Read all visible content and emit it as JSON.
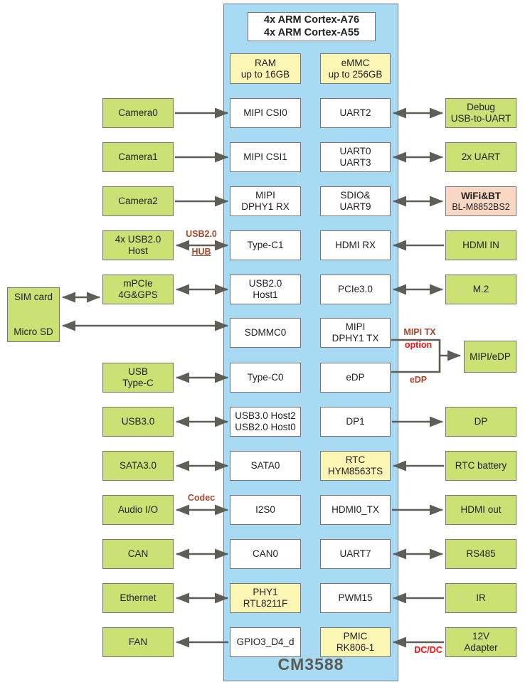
{
  "soc": {
    "cpu_label": "4x ARM Cortex-A76\n4x ARM Cortex-A55",
    "ram_label": "RAM\nup to 16GB",
    "emmc_label": "eMMC\nup to 256GB",
    "name": "CM3588"
  },
  "left_outer": {
    "sim_label": "SIM card",
    "sd_label": "Micro SD"
  },
  "left_col": [
    {
      "label": "Camera0"
    },
    {
      "label": "Camera1"
    },
    {
      "label": "Camera2"
    },
    {
      "label": "4x USB2.0\nHost"
    },
    {
      "label": "mPCIe\n4G&GPS"
    },
    {
      "label": "USB\nType-C"
    },
    {
      "label": "USB3.0"
    },
    {
      "label": "SATA3.0"
    },
    {
      "label": "Audio I/O"
    },
    {
      "label": "CAN"
    },
    {
      "label": "Ethernet"
    },
    {
      "label": "FAN"
    }
  ],
  "left_inner": [
    {
      "label": "MIPI CSI0"
    },
    {
      "label": "MIPI CSI1"
    },
    {
      "label": "MIPI\nDPHY1 RX"
    },
    {
      "label": "Type-C1"
    },
    {
      "label": "USB2.0\nHost1"
    },
    {
      "label": "SDMMC0"
    },
    {
      "label": "Type-C0"
    },
    {
      "label": "USB3.0 Host2\nUSB2.0 Host0"
    },
    {
      "label": "SATA0"
    },
    {
      "label": "I2S0"
    },
    {
      "label": "CAN0"
    },
    {
      "label": "PHY1\nRTL8211F"
    },
    {
      "label": "GPIO3_D4_d"
    }
  ],
  "right_inner": [
    {
      "label": "UART2"
    },
    {
      "label": "UART0\nUART3"
    },
    {
      "label": "SDIO&\nUART9"
    },
    {
      "label": "HDMI RX"
    },
    {
      "label": "PCIe3.0"
    },
    {
      "label": "MIPI\nDPHY1 TX"
    },
    {
      "label": "eDP"
    },
    {
      "label": "DP1"
    },
    {
      "label": "RTC\nHYM8563TS"
    },
    {
      "label": "HDMI0_TX"
    },
    {
      "label": "UART7"
    },
    {
      "label": "PWM15"
    },
    {
      "label": "PMIC\nRK806-1"
    }
  ],
  "right_col": [
    {
      "label": "Debug\nUSB-to-UART"
    },
    {
      "label": "2x UART"
    },
    {
      "label_bold": "WiFi&BT",
      "label_sub": "BL-M8852BS2"
    },
    {
      "label": "HDMI IN"
    },
    {
      "label": "M.2"
    },
    {
      "label": "MIPI/eDP"
    },
    {
      "label": "DP"
    },
    {
      "label": "RTC battery"
    },
    {
      "label": "HDMI out"
    },
    {
      "label": "RS485"
    },
    {
      "label": "IR"
    },
    {
      "label": "12V\nAdapter"
    }
  ],
  "annotations": {
    "usb_hub_line1": "USB2.0",
    "usb_hub_line2": "HUB",
    "codec": "Codec",
    "mipi_tx": "MIPI TX",
    "option": "option",
    "edp": "eDP",
    "dcdc": "DC/DC"
  },
  "colors": {
    "soc_bg": "#a9daf3",
    "soc_border": "#708090",
    "green": "#cce174",
    "yellow": "#fbf6b3",
    "pink": "#f8d8c3",
    "box_border": "#757575",
    "arrow": "#5f5e56",
    "text": "#222222",
    "brick": "#a6492a",
    "red": "#ff0f0f",
    "title": "#5c5c52"
  }
}
